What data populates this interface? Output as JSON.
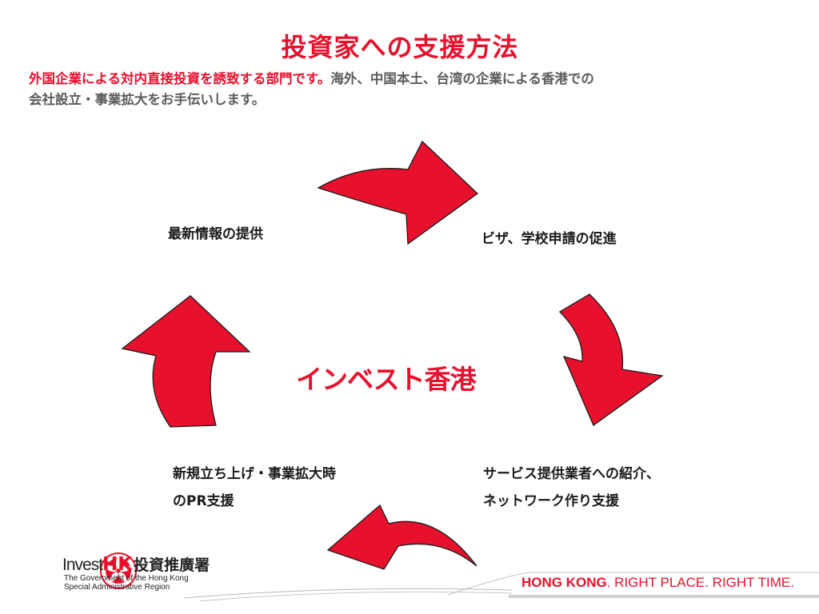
{
  "title": "投資家への支援方法",
  "subtitle": {
    "highlight": "外国企業による対内直接投資を誘致する部門です。",
    "line1_rest": "海外、中国本土、台湾の企業による香港での",
    "line2": "会社設立・事業拡大をお手伝いします。"
  },
  "cycle": {
    "center": "インベスト香港",
    "services": [
      {
        "lines": [
          "ビザ、学校申請の促進"
        ]
      },
      {
        "lines": [
          "サービス提供業者への紹介、",
          "ネットワーク作り支援"
        ]
      },
      {
        "lines": [
          "新規立ち上げ・事業拡大時",
          "のPR支援"
        ]
      },
      {
        "lines": [
          "最新情報の提供"
        ]
      }
    ]
  },
  "footer": {
    "brand_invest": "Invest",
    "brand_hk": "HK",
    "brand_chinese": "投資推廣署",
    "gov_line1": "The Government of the Hong Kong",
    "gov_line2": "Special Administrative Region",
    "tagline_bold": "HONG KONG",
    "tagline_rest": ". RIGHT PLACE. RIGHT TIME."
  },
  "colors": {
    "accent_red": "#e8112d",
    "subtitle_gray": "#5a5a5a"
  }
}
